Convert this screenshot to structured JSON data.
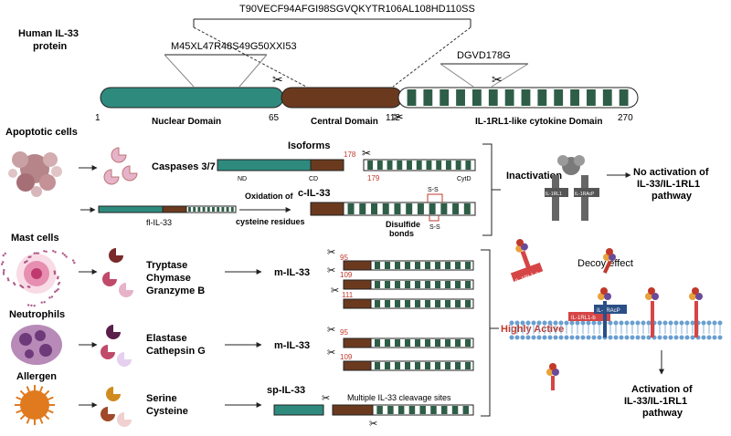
{
  "colors": {
    "nuclear": "#2f8a7e",
    "central": "#6b3a1e",
    "cytokine": "#2e5e47",
    "alert": "#c0392b",
    "receptor_red": "#d64545",
    "receptor_blue": "#2a4f86"
  },
  "protein": {
    "label_line1": "Human IL-33",
    "label_line2": "protein",
    "seq_left": "M45XL47R48S49G50XXI53",
    "seq_top": "T90VECF94AFGI98SGVQKYTR106AL108HD110SS",
    "seq_right": "DGVD178G",
    "pos_start": "1",
    "pos_65": "65",
    "pos_112": "112",
    "pos_end": "270",
    "nuclear_label": "Nuclear Domain",
    "central_label": "Central Domain",
    "cytokine_label": "IL-1RL1-like cytokine Domain"
  },
  "apoptotic": {
    "label": "Apoptotic cells",
    "enzyme": "Caspases 3/7",
    "isoforms_title": "Isoforms",
    "nd": "ND",
    "cd": "CD",
    "cytd": "CytD",
    "pos_178": "178",
    "pos_179": "179",
    "fl": "fl-IL-33",
    "oxidation_line1": "Oxidation of",
    "oxidation_line2": "cysteine residues",
    "c_il33": "c-IL-33",
    "ss1": "S-S",
    "ss2": "S-S",
    "disulfide_line1": "Disulfide",
    "disulfide_line2": "bonds",
    "inactivation": "Inactivation",
    "rec1": "IL-1RL1",
    "rec2": "IL-1RAcP",
    "no_act_line1": "No activation of",
    "no_act_line2": "IL-33/IL-1RL1",
    "no_act_line3": "pathway"
  },
  "mast": {
    "label": "Mast cells",
    "enzymes": [
      "Tryptase",
      "Chymase",
      "Granzyme B"
    ],
    "product": "m-IL-33",
    "sites": [
      "95",
      "109",
      "111"
    ]
  },
  "neutrophils": {
    "label": "Neutrophils",
    "enzymes": [
      "Elastase",
      "Cathepsin G"
    ],
    "product": "m-IL-33",
    "sites": [
      "95",
      "109"
    ]
  },
  "allergen": {
    "label": "Allergen",
    "enzymes": [
      "Serine",
      "Cysteine"
    ],
    "product": "sp-IL-33",
    "sites_note": "Multiple IL-33 cleavage sites"
  },
  "active": {
    "label": "Highly Active",
    "decoy": "Decoy effect",
    "rec_a": "IL-1RL1-a",
    "rec_b": "IL-1RL1-b",
    "rec_acp": "IL-1RAcP",
    "act_line1": "Activation of",
    "act_line2": "IL-33/IL-1RL1",
    "act_line3": "pathway"
  }
}
